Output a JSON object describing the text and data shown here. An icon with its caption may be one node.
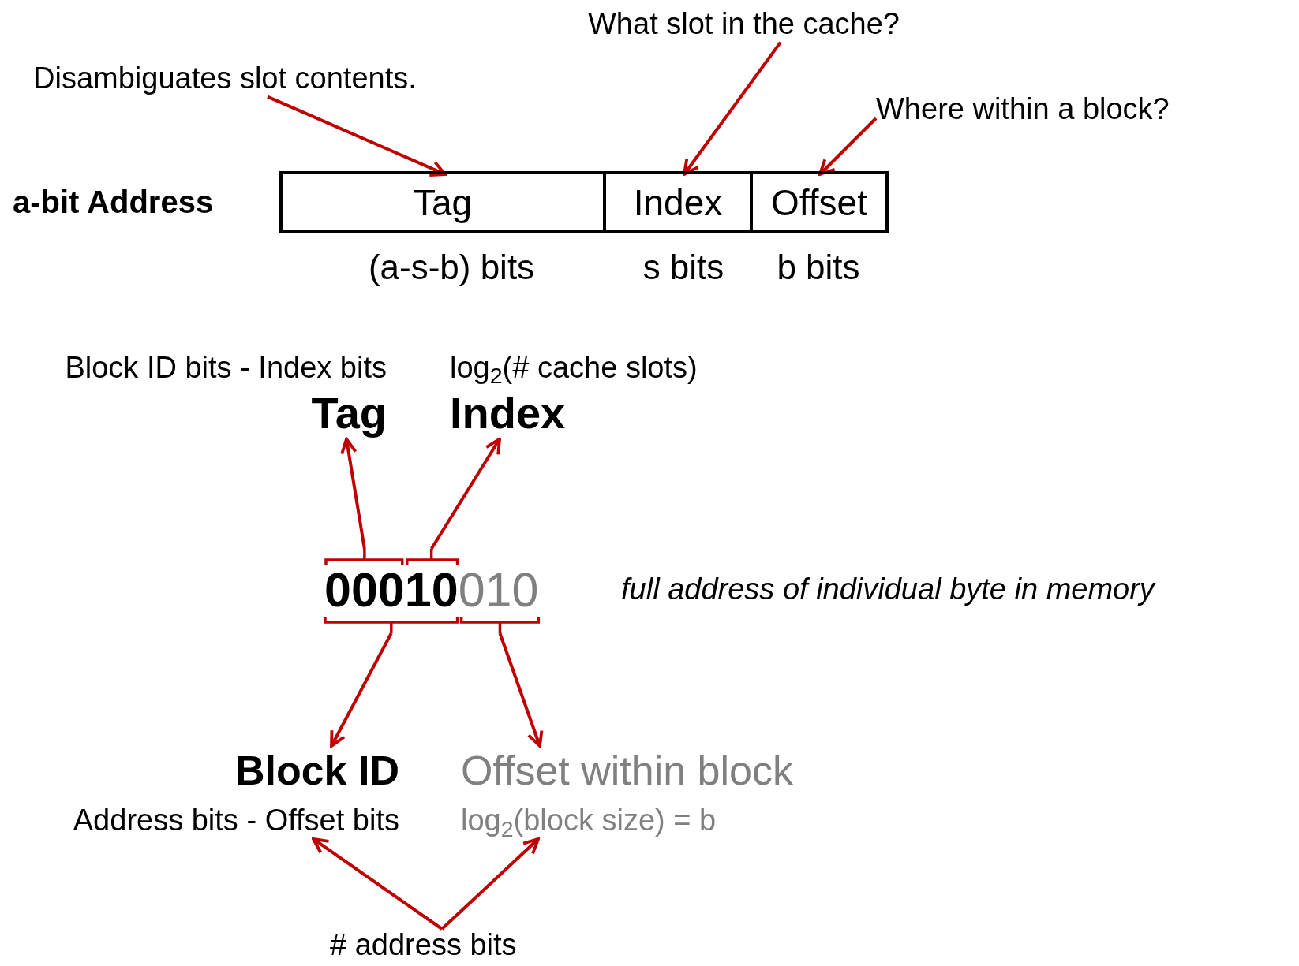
{
  "diagram": {
    "nodes": [
      {
        "text": [
          "Disambiguates slot contents."
        ]
      },
      {
        "text": [
          "What slot in the cache?"
        ]
      },
      {
        "text": [
          "Where within a block?"
        ]
      },
      {
        "text": [],
        "shape": "box",
        "beside": [
          "a-bit Address"
        ]
      },
      {
        "text": [
          "Tag"
        ],
        "in": 3,
        "beside": [
          "(a-s-b) bits"
        ]
      },
      {
        "text": [
          "Index"
        ],
        "in": 3,
        "beside": [
          "s bits"
        ]
      },
      {
        "text": [
          "Offset"
        ],
        "in": 3,
        "beside": [
          "b bits"
        ]
      },
      {
        "text": [
          "Block ID bits - Index bits",
          "Tag"
        ]
      },
      {
        "text": [
          "log$_{2}$(# cache slots)",
          "Index"
        ]
      },
      {
        "text": [
          "00010",
          "010"
        ],
        "beside": [
          "full address of individual byte in memory"
        ]
      },
      {
        "text": [
          "Block ID",
          "Address bits - Offset bits"
        ]
      },
      {
        "text": [
          "Offset within block",
          "log$_{2}$(block size) = b"
        ]
      },
      {
        "text": [
          "# address bits"
        ]
      }
    ],
    "edges": [
      {
        "from": 0,
        "to": 4,
        "arrow": "to"
      },
      {
        "from": 1,
        "to": 5,
        "arrow": "to"
      },
      {
        "from": 2,
        "to": 6,
        "arrow": "to"
      },
      {
        "from": 9,
        "to": 7,
        "arrow": "to"
      },
      {
        "from": 9,
        "to": 8,
        "arrow": "to"
      },
      {
        "from": 9,
        "to": 10,
        "arrow": "to"
      },
      {
        "from": 9,
        "to": 11,
        "arrow": "to"
      },
      {
        "from": 12,
        "to": 10,
        "arrow": "to"
      },
      {
        "from": 12,
        "to": 11,
        "arrow": "to"
      }
    ]
  }
}
